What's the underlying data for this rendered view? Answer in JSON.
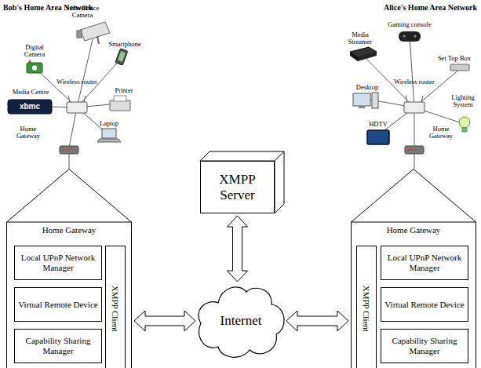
{
  "diagram": {
    "nodes": [
      {
        "text": [
          "Home Gateway"
        ]
      },
      {
        "text": [
          "Local UPnP Network Manager"
        ],
        "in": 0
      },
      {
        "text": [
          "Virtual Remote Device"
        ],
        "in": 0
      },
      {
        "text": [
          "Capability Sharing Manager"
        ],
        "in": 0
      },
      {
        "text": [
          "XMPP Client"
        ],
        "in": 0
      },
      {
        "text": [
          "XMPP Server"
        ]
      },
      {
        "text": [
          "Internet"
        ]
      },
      {
        "text": [
          "Home Gateway"
        ]
      },
      {
        "text": [
          "XMPP Client"
        ],
        "in": 7
      },
      {
        "text": [
          "Local UPnP Network Manager"
        ],
        "in": 7
      },
      {
        "text": [
          "Virtual Remote Device"
        ],
        "in": 7
      },
      {
        "text": [
          "Capability Sharing Manager"
        ],
        "in": 7
      }
    ],
    "edges": [
      {
        "from": 0,
        "to": 6,
        "arrow": "both"
      },
      {
        "from": 5,
        "to": 6,
        "arrow": "both"
      },
      {
        "from": 6,
        "to": 7,
        "arrow": "both"
      }
    ],
    "labels": [
      "Bob's Home Area Network",
      "Surveillance Camera",
      "Digital Camera",
      "Smartphone",
      "Wireless router",
      "Media Centre",
      "xbmc",
      "Printer",
      "Home Gateway",
      "Laptop",
      "Alice's Home Area Network",
      "Gaming console",
      "Media Streamer",
      "Set Top Box",
      "Desktop",
      "Wireless router",
      "Lighting System",
      "HDTV",
      "Home Gateway"
    ]
  }
}
